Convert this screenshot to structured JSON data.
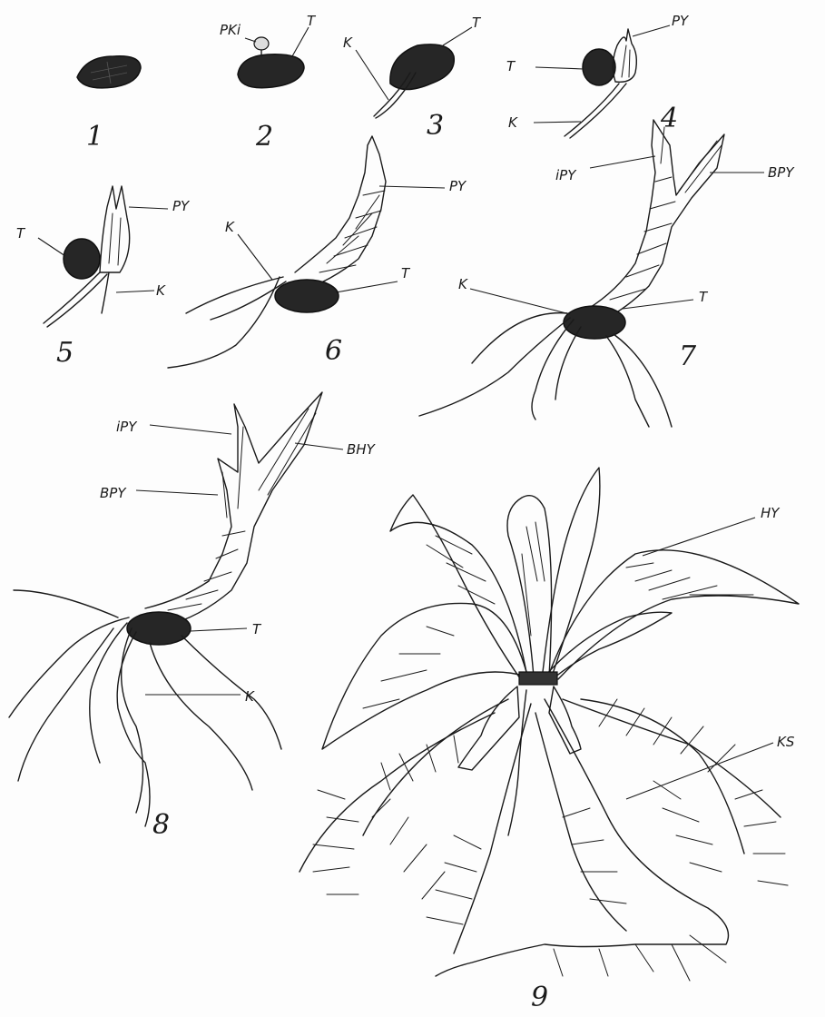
{
  "stages": [
    {
      "number": "1",
      "labels": []
    },
    {
      "number": "2",
      "labels": [
        "PKi",
        "T"
      ]
    },
    {
      "number": "3",
      "labels": [
        "K",
        "T"
      ]
    },
    {
      "number": "4",
      "labels": [
        "PY",
        "T",
        "K"
      ]
    },
    {
      "number": "5",
      "labels": [
        "T",
        "PY",
        "K"
      ]
    },
    {
      "number": "6",
      "labels": [
        "K",
        "PY",
        "T"
      ]
    },
    {
      "number": "7",
      "labels": [
        "iPY",
        "BPY",
        "K",
        "T"
      ]
    },
    {
      "number": "8",
      "labels": [
        "iPY",
        "BHY",
        "BPY",
        "T",
        "K"
      ]
    },
    {
      "number": "9",
      "labels": [
        "HY",
        "KS"
      ]
    }
  ]
}
